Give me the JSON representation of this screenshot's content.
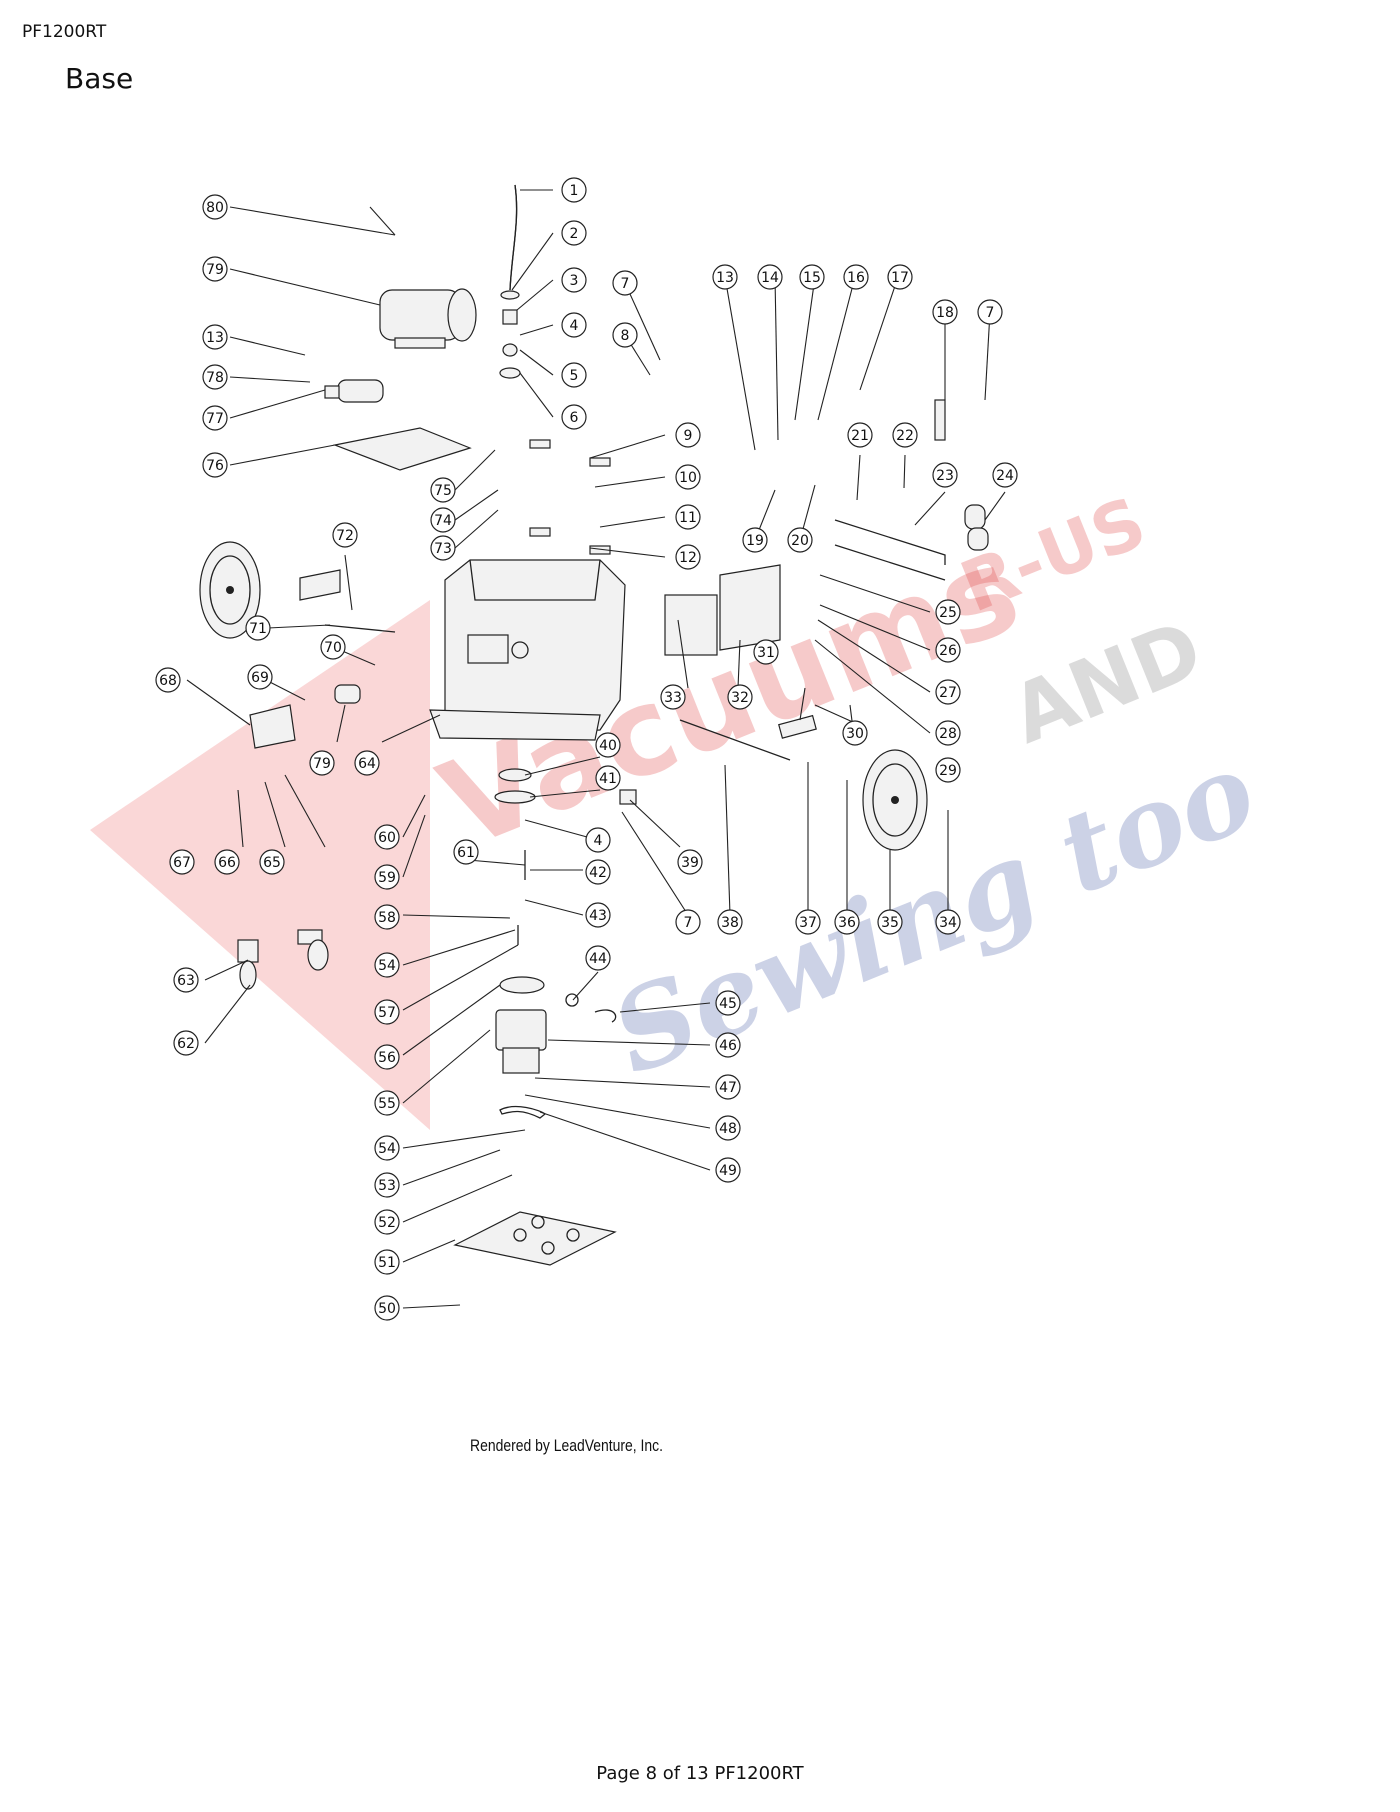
{
  "header": {
    "doc_code": "PF1200RT",
    "section_title": "Base"
  },
  "credit": "Rendered by LeadVenture, Inc.",
  "footer": "Page 8 of 13 PF1200RT",
  "watermark": {
    "word1": "Vacuums",
    "word2": "R-US",
    "word3": "AND",
    "word4": "Sewing too",
    "red": "#e84a4a",
    "blue": "#3a4fa0"
  },
  "callouts": [
    "1",
    "2",
    "3",
    "4",
    "5",
    "6",
    "7",
    "8",
    "13",
    "14",
    "15",
    "16",
    "17",
    "18",
    "7",
    "80",
    "79",
    "13",
    "78",
    "77",
    "76",
    "9",
    "10",
    "11",
    "12",
    "75",
    "74",
    "73",
    "21",
    "22",
    "23",
    "24",
    "19",
    "20",
    "72",
    "25",
    "26",
    "27",
    "28",
    "71",
    "70",
    "69",
    "68",
    "79",
    "64",
    "33",
    "32",
    "31",
    "30",
    "29",
    "40",
    "41",
    "4",
    "39",
    "67",
    "66",
    "65",
    "60",
    "59",
    "61",
    "42",
    "43",
    "7",
    "38",
    "37",
    "36",
    "35",
    "34",
    "58",
    "54",
    "57",
    "56",
    "55",
    "44",
    "45",
    "46",
    "47",
    "48",
    "49",
    "63",
    "62",
    "54",
    "53",
    "52",
    "51",
    "50"
  ]
}
